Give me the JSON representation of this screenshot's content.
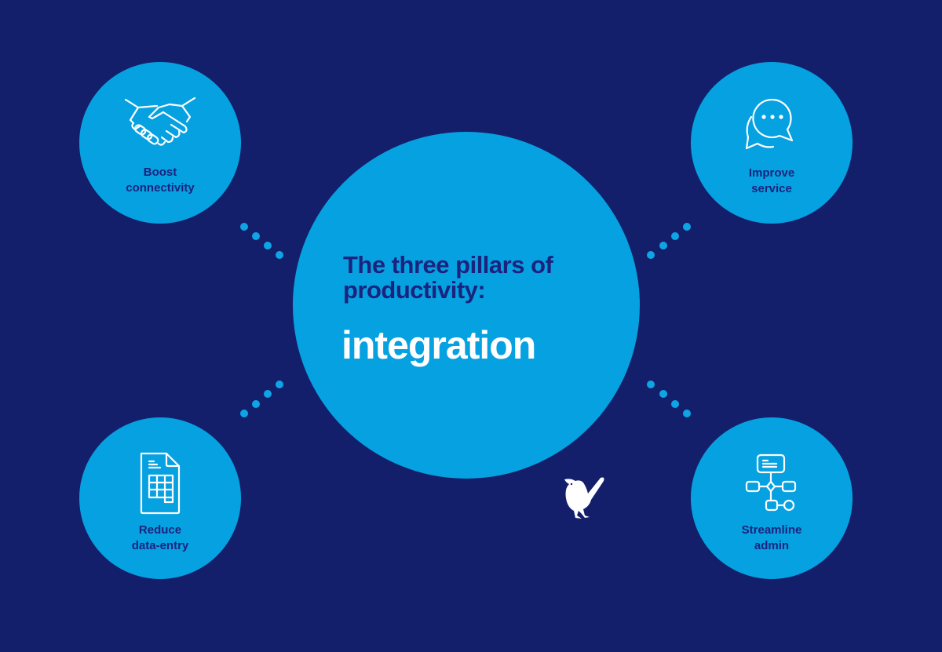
{
  "center": {
    "headline_line1": "The three pillars of",
    "headline_line2": "productivity:",
    "keyword": "integration"
  },
  "pillars": [
    {
      "id": "top-left",
      "line1": "Boost",
      "line2": "connectivity",
      "icon": "handshake-icon"
    },
    {
      "id": "top-right",
      "line1": "Improve",
      "line2": "service",
      "icon": "chat-bubbles-icon"
    },
    {
      "id": "bottom-left",
      "line1": "Reduce",
      "line2": "data-entry",
      "icon": "spreadsheet-document-icon"
    },
    {
      "id": "bottom-right",
      "line1": "Streamline",
      "line2": "admin",
      "icon": "workflow-diagram-icon"
    }
  ],
  "logo": {
    "icon": "wren-bird-logo-icon"
  },
  "colors": {
    "background": "#141f6b",
    "circle": "#06a1e1",
    "label_text": "#1a237e",
    "keyword_text": "#ffffff",
    "dots": "#0ea5e6"
  }
}
